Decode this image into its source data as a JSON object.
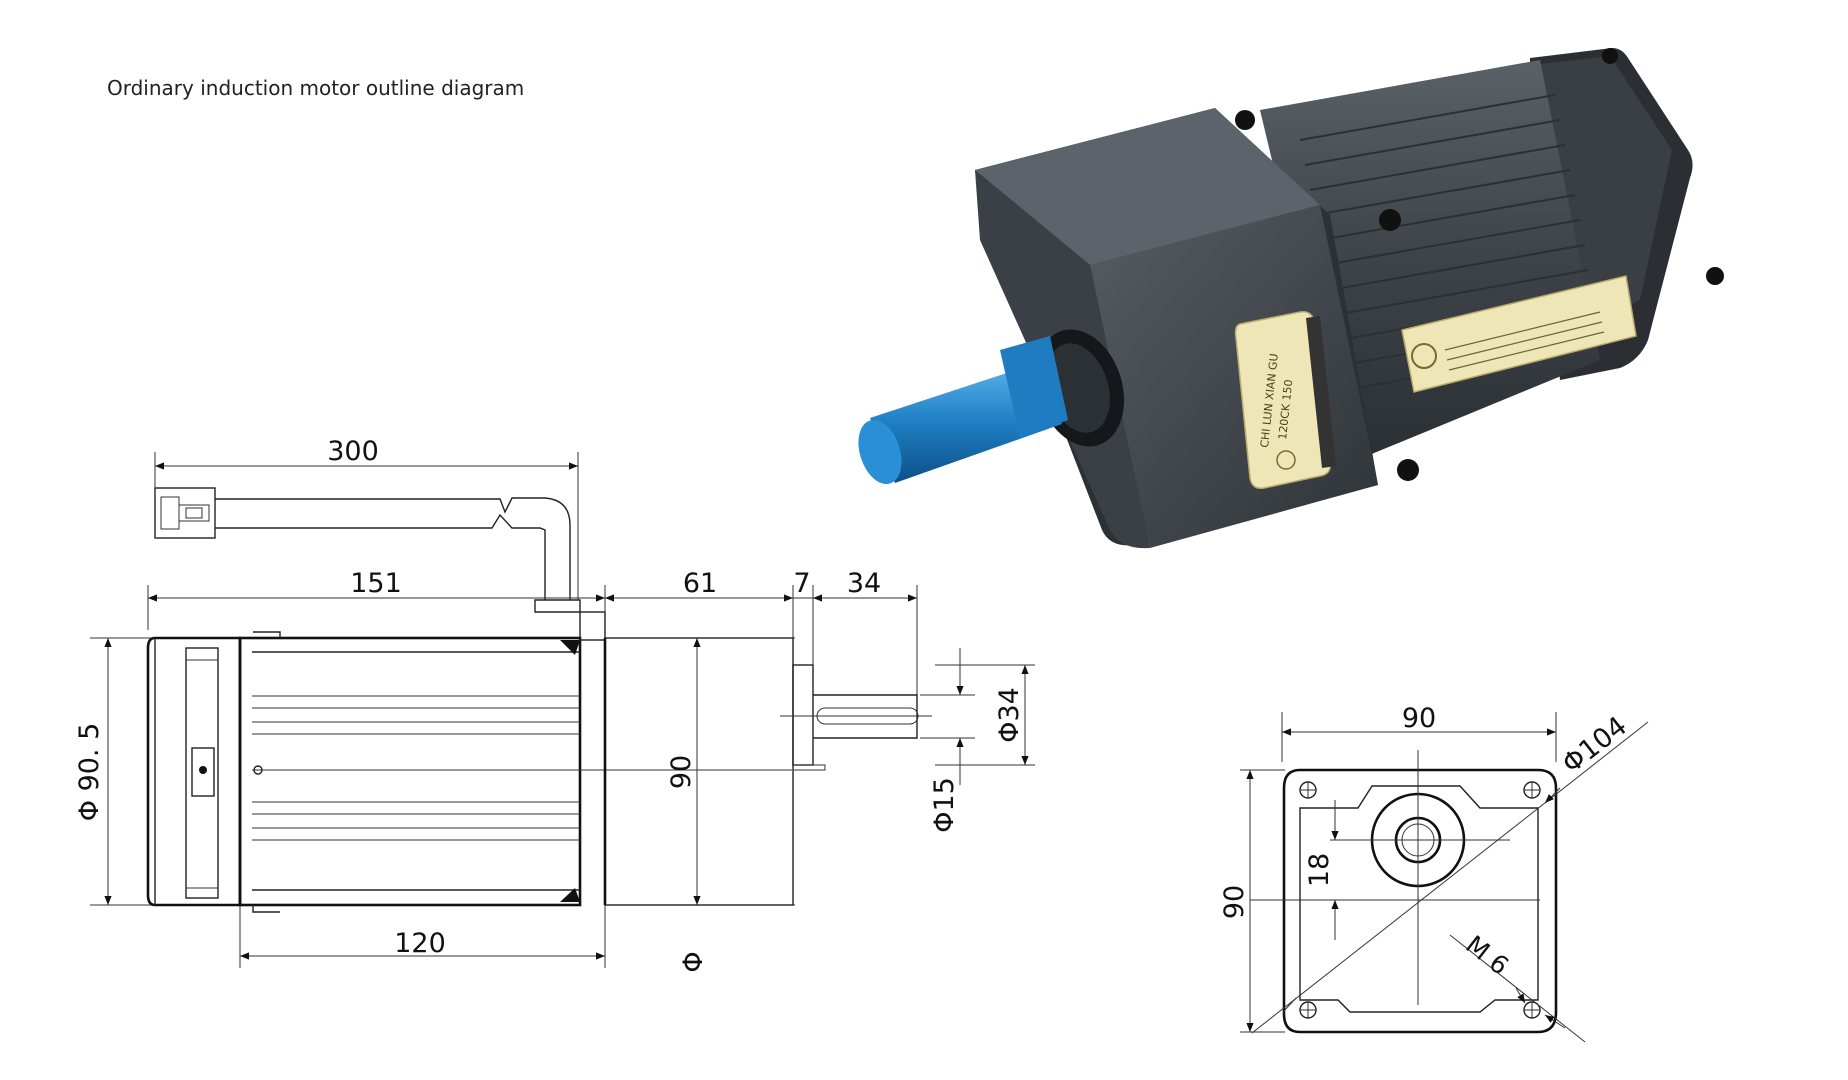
{
  "title": "Ordinary induction motor outline diagram",
  "side_view": {
    "cable_length": "300",
    "motor_length": "151",
    "gearbox_length": "61",
    "shaft_shoulder": "7",
    "shaft_length": "34",
    "body_length": "120",
    "body_diameter": "Φ 90. 5",
    "gearbox_height": "90",
    "hub_diameter": "Φ34",
    "shaft_diameter": "Φ15",
    "stray_phi": "Φ"
  },
  "front_view": {
    "width": "90",
    "height": "90",
    "pitch_diameter": "Φ104",
    "offset": "18",
    "thread": "M 6"
  },
  "nameplate": {
    "brand": "CHI LUN XIAN GU",
    "model": "120CK 150"
  },
  "colors": {
    "line": "#222222",
    "motor_body": "#3b4146",
    "shaft": "#1e7fc4",
    "label": "#efe6b8"
  }
}
